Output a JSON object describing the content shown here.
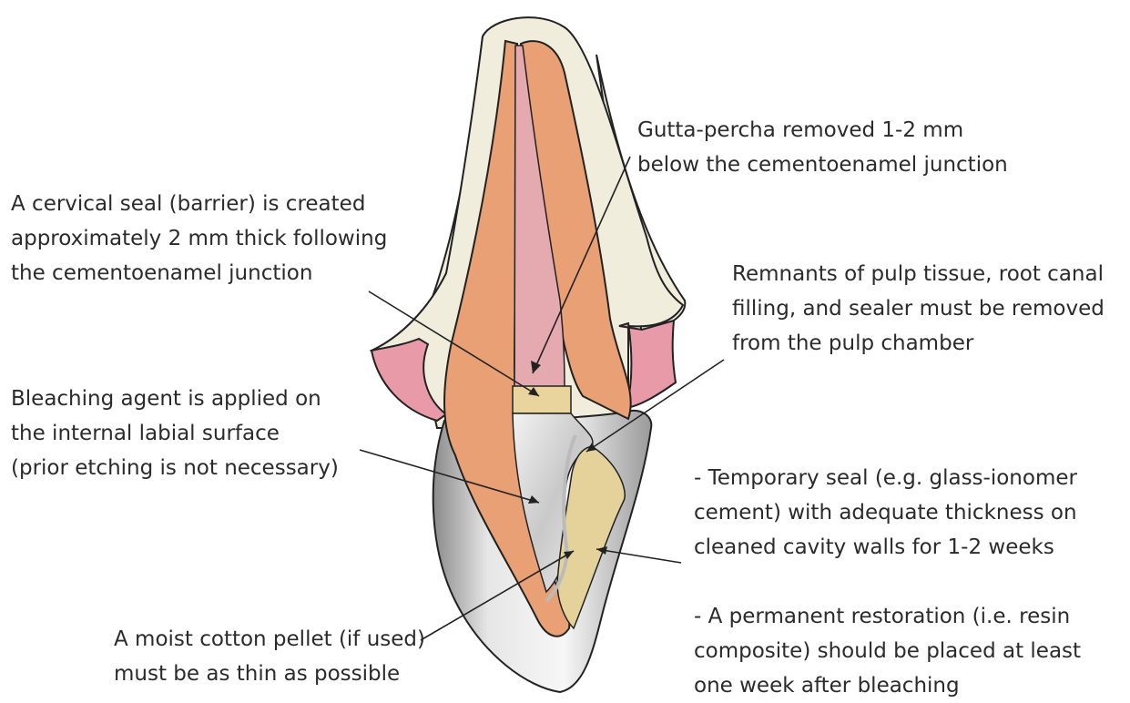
{
  "labels": {
    "gutta": [
      "Gutta-percha removed 1-2 mm",
      "below the cementoenamel junction"
    ],
    "cervical": [
      "A cervical seal (barrier) is created",
      "approximately 2 mm thick following",
      "the cementoenamel junction"
    ],
    "remnants": [
      "Remnants of pulp tissue, root canal",
      "filling, and sealer must be removed",
      "from the pulp chamber"
    ],
    "bleaching": [
      "Bleaching agent is applied on",
      "the internal labial surface",
      "(prior etching is not necessary)"
    ],
    "temporary": [
      "- Temporary seal (e.g. glass-ionomer",
      "cement) with adequate thickness on",
      "cleaned cavity walls for 1-2 weeks"
    ],
    "permanent": [
      "- A permanent restoration (i.e. resin",
      "composite) should be placed at least",
      "one week after bleaching"
    ],
    "cotton": [
      "A moist cotton pellet (if used)",
      "must be as thin as possible"
    ]
  },
  "colors": {
    "dentin": "#e8a074",
    "pulp": "#e5a9b0",
    "enamel": "#f0eddc",
    "gingiva": "#e89aa8",
    "cervical_seal": "#e8d49c",
    "temporary_seal": "#e4d29a",
    "bleaching_agent": "#d8d8d8",
    "outline": "#222222"
  }
}
